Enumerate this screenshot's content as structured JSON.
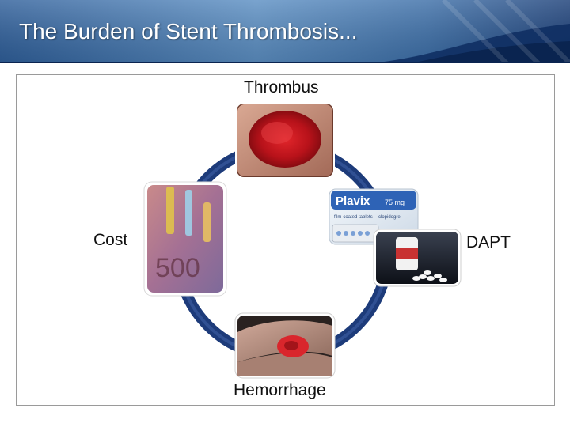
{
  "slide": {
    "title": "The Burden of Stent Thrombosis..."
  },
  "diagram": {
    "nodes": {
      "top": "Thrombus",
      "left": "Cost",
      "right": "DAPT",
      "bottom": "Hemorrhage"
    },
    "product_box_text": {
      "brand": "Plavix",
      "strength": "75 mg",
      "line1": "film-coated tablets",
      "line2": "clopidogrel"
    },
    "banknote_text": "500",
    "colors": {
      "ring": "#1d3b7a",
      "banner_dark": "#12356d",
      "banner_light": "#5a8fc4",
      "thrombus_red": "#c8141a",
      "frame_border": "#9a9a9a"
    }
  }
}
